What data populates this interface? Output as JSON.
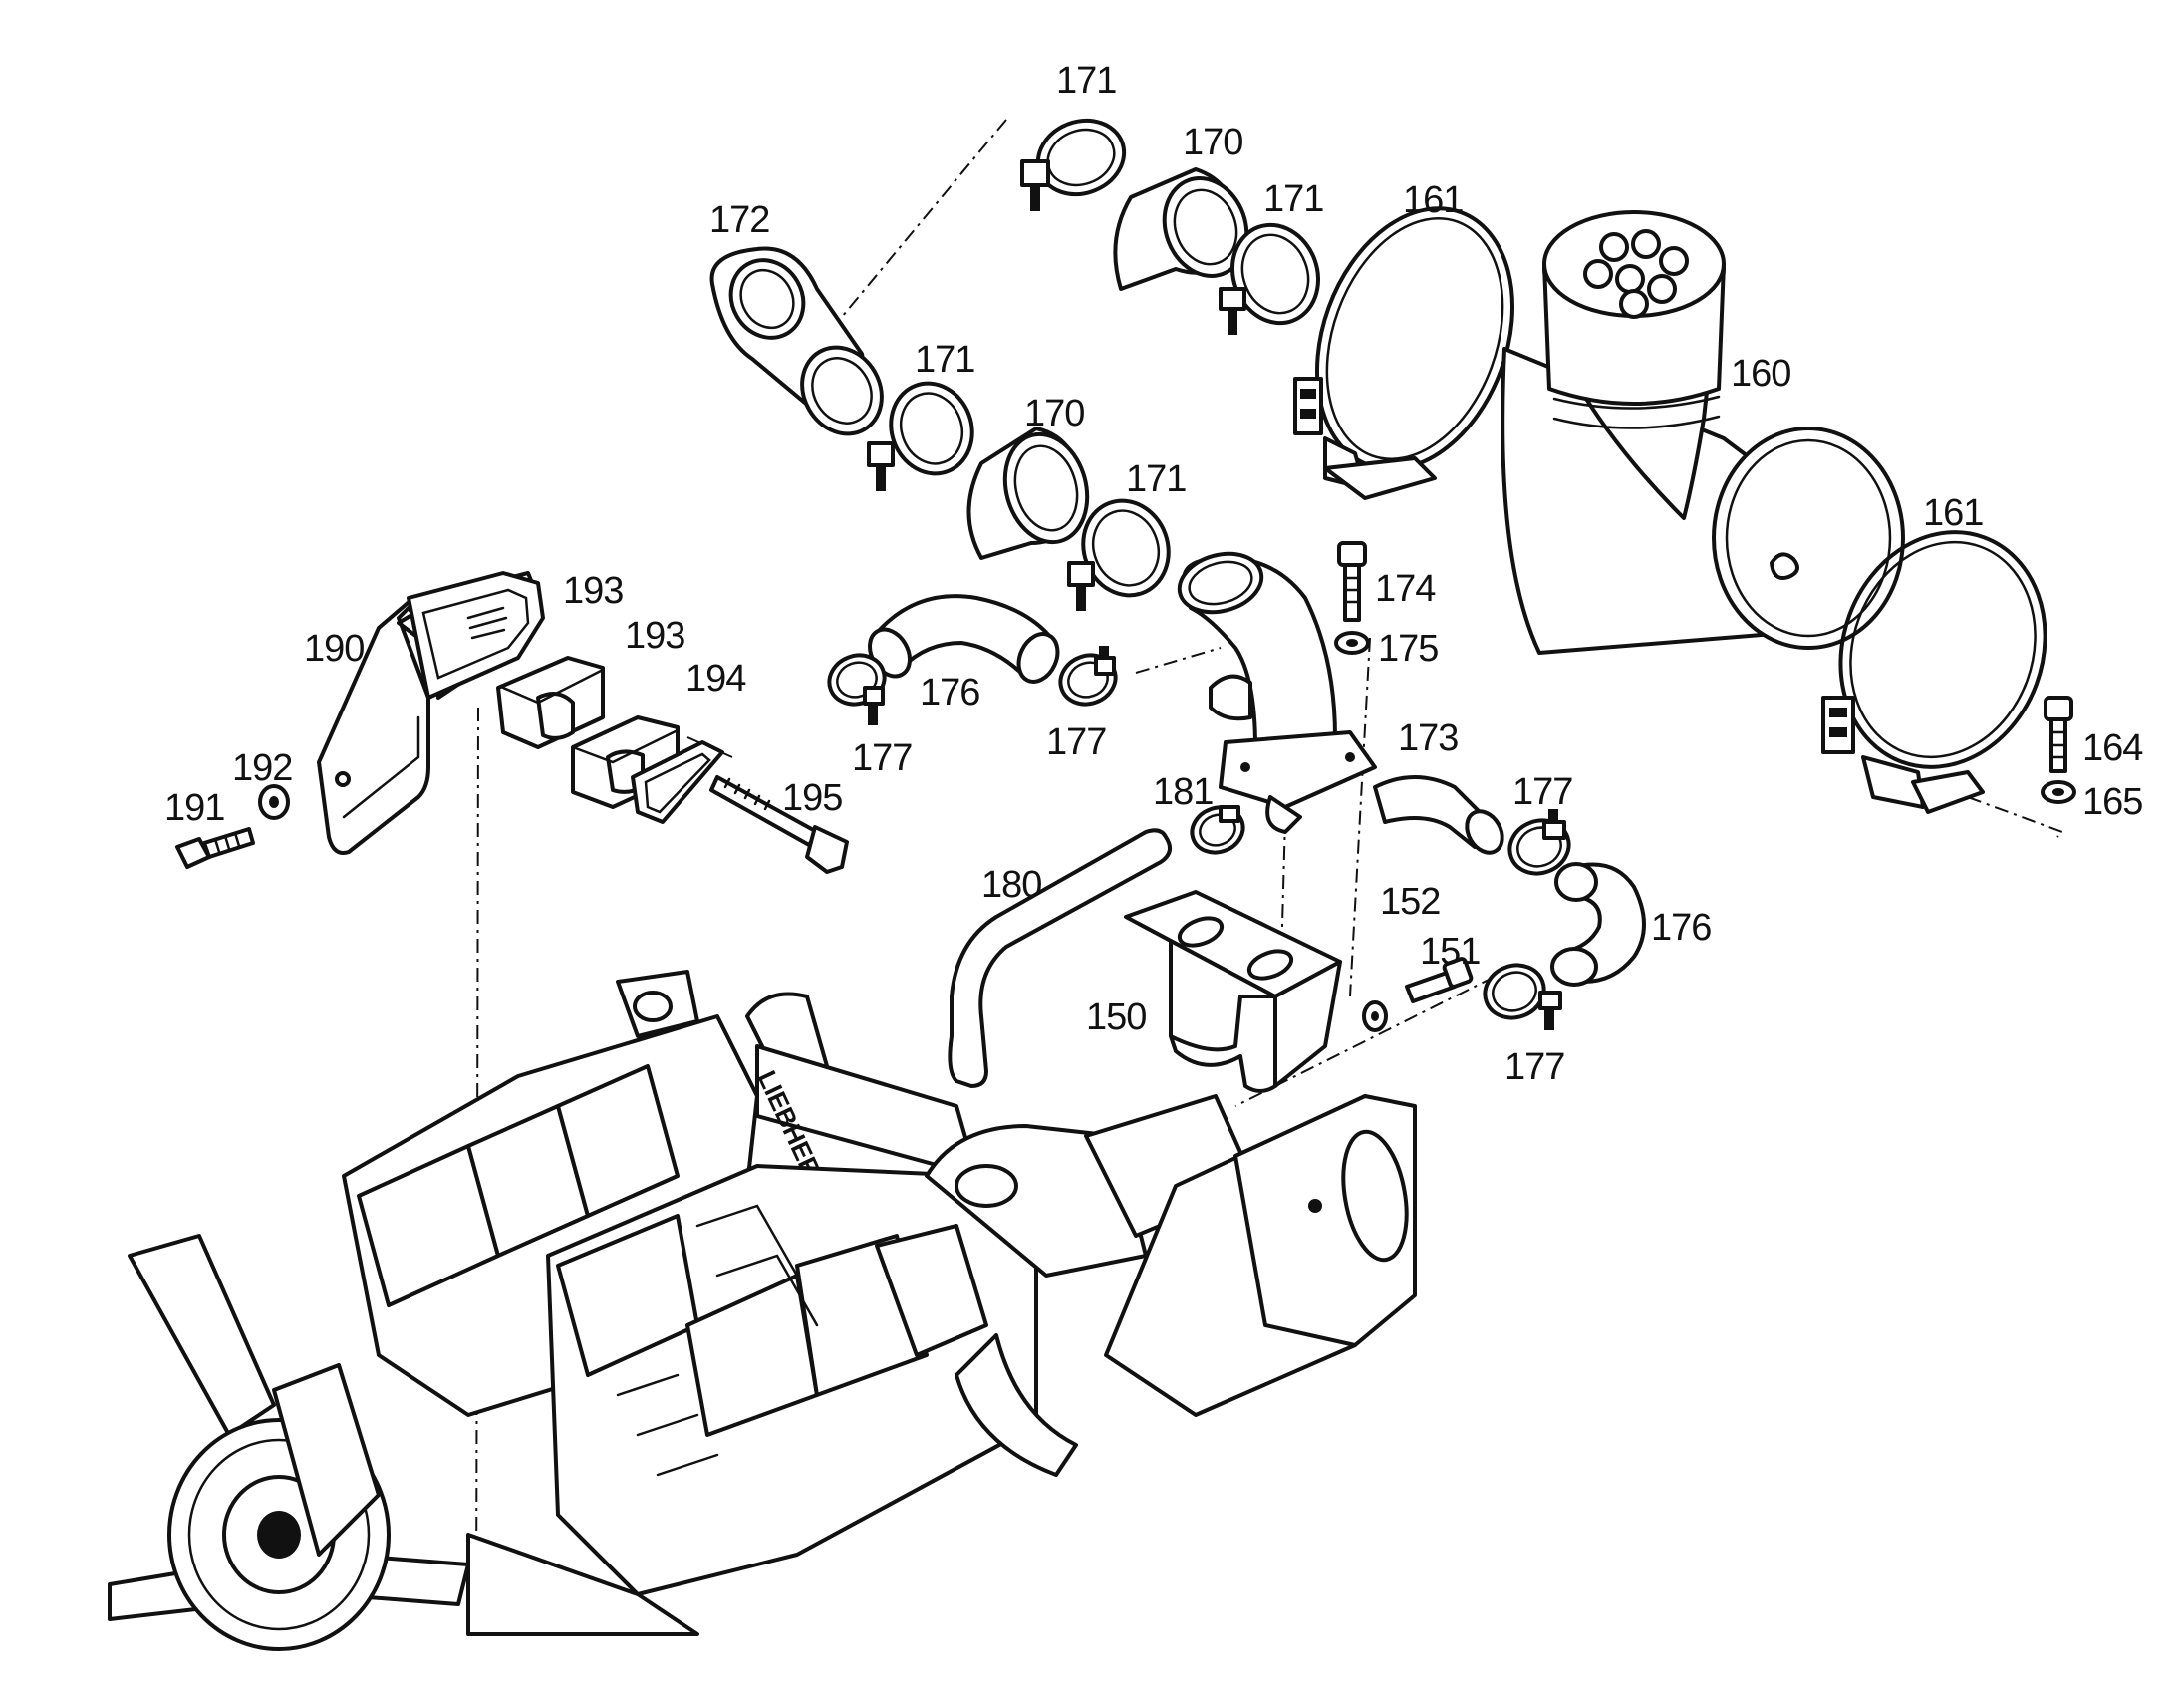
{
  "callouts": {
    "c171_top": "171",
    "c170_top": "170",
    "c171_mid": "171",
    "c172": "172",
    "c161_top": "161",
    "c160": "160",
    "c171_left": "171",
    "c170_low": "170",
    "c171_low": "171",
    "c161_right": "161",
    "c174": "174",
    "c175": "175",
    "c193_a": "193",
    "c193_b": "193",
    "c190": "190",
    "c194": "194",
    "c176_left": "176",
    "c177_a": "177",
    "c177_b": "177",
    "c173": "173",
    "c164": "164",
    "c165": "165",
    "c192": "192",
    "c191": "191",
    "c195": "195",
    "c181": "181",
    "c177_c": "177",
    "c180": "180",
    "c152": "152",
    "c151": "151",
    "c176_right": "176",
    "c150": "150",
    "c177_d": "177"
  },
  "engine_brand": "LIEBHERR",
  "icons": [
    "clamp-icon",
    "hose-icon",
    "air-filter-icon",
    "bolt-icon",
    "washer-icon",
    "bracket-icon",
    "engine-icon"
  ]
}
